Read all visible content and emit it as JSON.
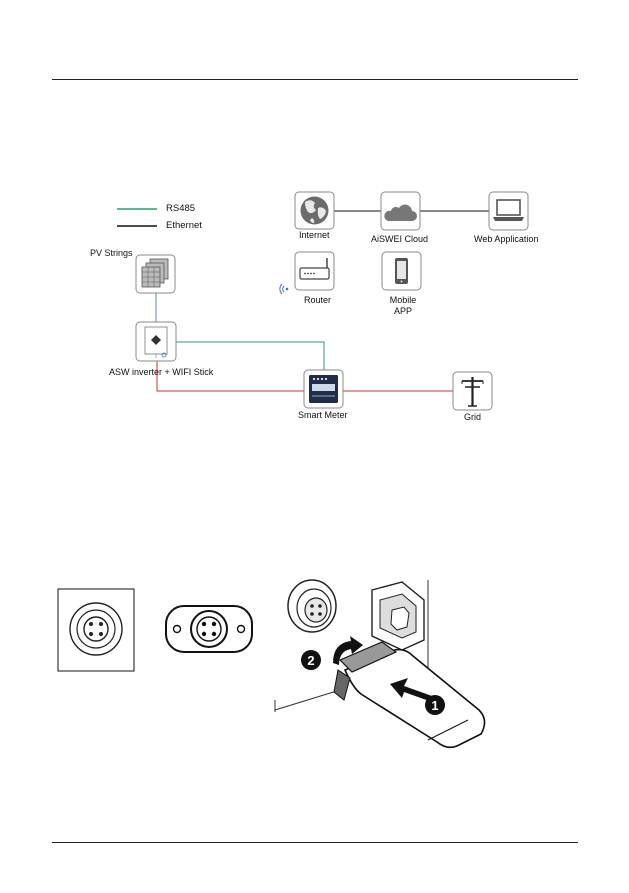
{
  "legend": {
    "items": [
      {
        "label": "RS485",
        "color": "#2a9d6a"
      },
      {
        "label": "Ethernet",
        "color": "#111111"
      }
    ]
  },
  "nodes": {
    "pv": "PV Strings",
    "inverter": "ASW inverter + WIFI Stick",
    "meter": "Smart Meter",
    "grid": "Grid",
    "internet": "Internet",
    "cloud": "AiSWEI Cloud",
    "webapp": "Web Application",
    "router": "Router",
    "mobile_line1": "Mobile",
    "mobile_line2": "APP"
  },
  "install_steps": {
    "step1": "1",
    "step2": "2"
  },
  "colors": {
    "rs485": "#2a9d6a",
    "ethernet": "#111111",
    "ac": "#d0302b",
    "dc": "#5a8ac6"
  }
}
